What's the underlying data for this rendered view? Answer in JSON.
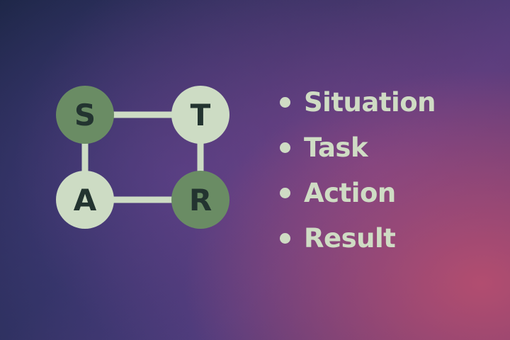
{
  "diagram": {
    "nodes": [
      {
        "letter": "S",
        "style": "dark"
      },
      {
        "letter": "T",
        "style": "light"
      },
      {
        "letter": "A",
        "style": "light"
      },
      {
        "letter": "R",
        "style": "dark"
      }
    ],
    "colors": {
      "dark": "#6a8c64",
      "light": "#cddcc4",
      "line": "#cddcc4",
      "text": "#233430"
    }
  },
  "bullets": [
    {
      "label": "Situation"
    },
    {
      "label": "Task"
    },
    {
      "label": "Action"
    },
    {
      "label": "Result"
    }
  ]
}
